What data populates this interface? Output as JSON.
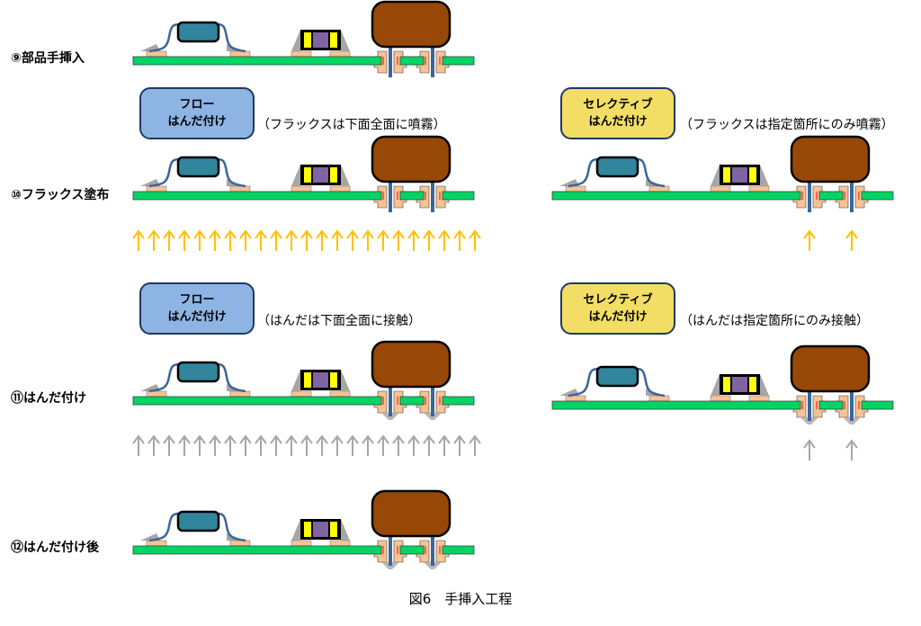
{
  "figure": {
    "caption": "図6　手挿入工程"
  },
  "colors": {
    "board": "#00d564",
    "pad": "#f8c394",
    "lead": "#3a6699",
    "sot_body": "#31859c",
    "chip_body": "#8064a2",
    "chip_terminal": "#ffff00",
    "cap_body": "#974806",
    "fillet": "#a6a6a6",
    "flux_arrow": "#ffc000",
    "solder_arrow": "#a6a6a6",
    "flow_box": "#8eb4e3",
    "selective_box": "#f2de64",
    "box_border": "#1f3864"
  },
  "steps": [
    {
      "id": "step9",
      "label": "⑨部品手挿入",
      "assemblies": [
        {
          "side": "left",
          "soldered": false,
          "arrows": null
        }
      ]
    },
    {
      "id": "step10",
      "label": "⑩フラックス塗布",
      "methods": [
        {
          "side": "left",
          "type": "flow",
          "line1": "フロー",
          "line2": "はんだ付け",
          "note": "（フラックスは下面全面に噴霧）"
        },
        {
          "side": "right",
          "type": "selective",
          "line1": "セレクティブ",
          "line2": "はんだ付け",
          "note": "（フラックスは指定箇所にのみ噴霧）"
        }
      ],
      "assemblies": [
        {
          "side": "left",
          "soldered": false,
          "arrows": {
            "kind": "flux",
            "count": 23,
            "mode": "full"
          }
        },
        {
          "side": "right",
          "soldered": false,
          "arrows": {
            "kind": "flux",
            "count": 2,
            "mode": "pins"
          }
        }
      ]
    },
    {
      "id": "step11",
      "label": "⑪はんだ付け",
      "methods": [
        {
          "side": "left",
          "type": "flow",
          "line1": "フロー",
          "line2": "はんだ付け",
          "note": "（はんだは下面全面に接触）"
        },
        {
          "side": "right",
          "type": "selective",
          "line1": "セレクティブ",
          "line2": "はんだ付け",
          "note": "（はんだは指定箇所にのみ接触）"
        }
      ],
      "assemblies": [
        {
          "side": "left",
          "soldered": true,
          "arrows": {
            "kind": "solder",
            "count": 23,
            "mode": "full"
          }
        },
        {
          "side": "right",
          "soldered": true,
          "arrows": {
            "kind": "solder",
            "count": 2,
            "mode": "pins"
          }
        }
      ]
    },
    {
      "id": "step12",
      "label": "⑫はんだ付け後",
      "assemblies": [
        {
          "side": "left",
          "soldered": true,
          "arrows": null
        }
      ]
    }
  ]
}
